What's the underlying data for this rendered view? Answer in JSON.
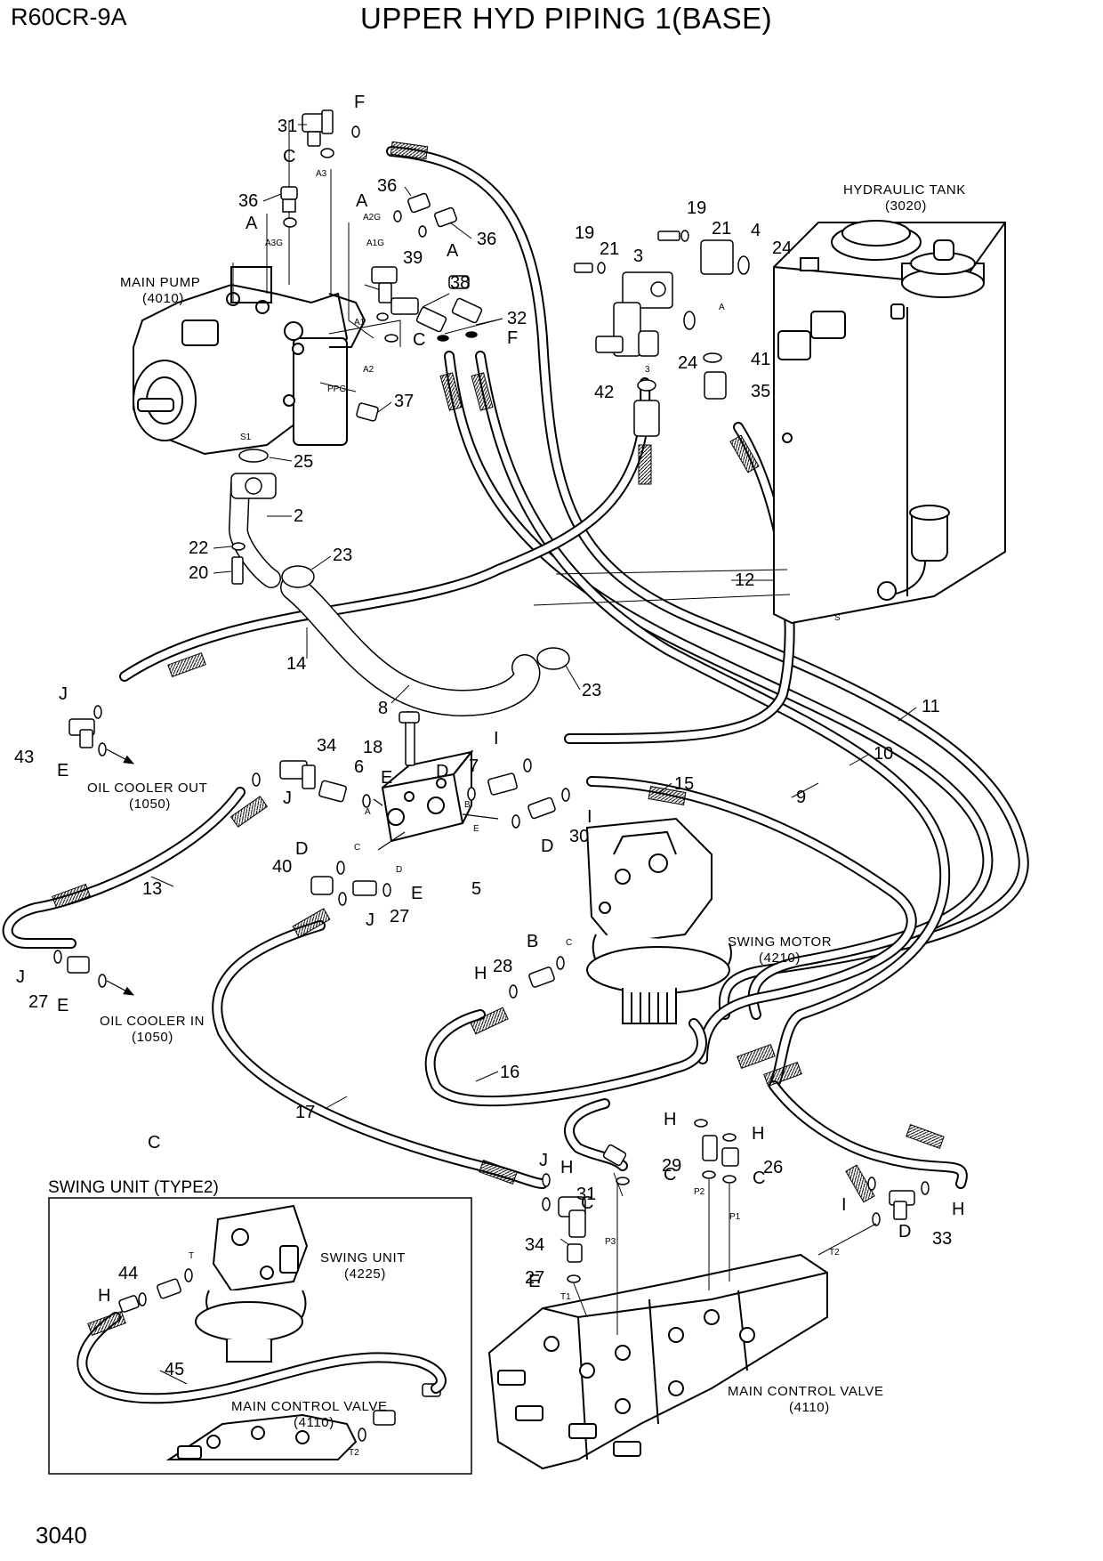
{
  "header": {
    "model": "R60CR-9A",
    "title": "UPPER HYD PIPING 1(BASE)"
  },
  "footer": {
    "page_number": "3040"
  },
  "components": {
    "main_pump": {
      "name": "MAIN PUMP",
      "code": "(4010)"
    },
    "hydraulic_tank": {
      "name": "HYDRAULIC TANK",
      "code": "(3020)"
    },
    "oil_cooler_out": {
      "name": "OIL COOLER OUT",
      "code": "(1050)"
    },
    "oil_cooler_in": {
      "name": "OIL COOLER IN",
      "code": "(1050)"
    },
    "swing_motor": {
      "name": "SWING MOTOR",
      "code": "(4210)"
    },
    "main_control_valve": {
      "name": "MAIN CONTROL VALVE",
      "code": "(4110)"
    }
  },
  "inset": {
    "title": "SWING UNIT (TYPE2)",
    "swing_unit": {
      "name": "SWING UNIT",
      "code": "(4225)"
    },
    "main_control_valve": {
      "name": "MAIN CONTROL VALVE",
      "code": "(4110)"
    }
  },
  "callouts": {
    "c31": "31",
    "c36": "36",
    "c36b": "36",
    "c36c": "36",
    "c39": "39",
    "c38": "38",
    "c32": "32",
    "c37": "37",
    "c25": "25",
    "c2": "2",
    "c22": "22",
    "c20": "20",
    "c23": "23",
    "c23b": "23",
    "c14": "14",
    "c8": "8",
    "c19": "19",
    "c19b": "19",
    "c21": "21",
    "c21b": "21",
    "c3": "3",
    "c4": "4",
    "c24": "24",
    "c24b": "24",
    "c41": "41",
    "c42": "42",
    "c35": "35",
    "c12": "12",
    "c11": "11",
    "c10": "10",
    "c9": "9",
    "c43": "43",
    "c34": "34",
    "c18": "18",
    "c6": "6",
    "c7": "7",
    "c15": "15",
    "c30": "30",
    "c40": "40",
    "c5": "5",
    "c27": "27",
    "c27b": "27",
    "c27c": "27",
    "c13": "13",
    "c28": "28",
    "c16": "16",
    "c17": "17",
    "c29": "29",
    "c26": "26",
    "c31b": "31",
    "c34b": "34",
    "c33": "33",
    "c44": "44",
    "c45": "45"
  },
  "letters": {
    "F": "F",
    "F2": "F",
    "C": "C",
    "C2": "C",
    "C3": "C",
    "C4": "C",
    "C5": "C",
    "C6": "C",
    "C7": "C",
    "A": "A",
    "A2": "A",
    "A3": "A",
    "J": "J",
    "J2": "J",
    "J3": "J",
    "J4": "J",
    "J5": "J",
    "E": "E",
    "E2": "E",
    "E3": "E",
    "E4": "E",
    "E5": "E",
    "D": "D",
    "D2": "D",
    "D3": "D",
    "D4": "D",
    "I": "I",
    "I2": "I",
    "I3": "I",
    "B": "B",
    "H": "H",
    "H2": "H",
    "H3": "H",
    "H4": "H",
    "H5": "H",
    "H6": "H"
  },
  "port_labels": {
    "A3": "A3",
    "A2G": "A2G",
    "A3G": "A3G",
    "A1G": "A1G",
    "A1": "A1",
    "A2": "A2",
    "PPG": "PPG",
    "S1": "S1",
    "A": "A",
    "three": "3",
    "S": "S",
    "pA": "A",
    "pB": "B",
    "pC": "C",
    "pD": "D",
    "pE": "E",
    "pC2": "C",
    "P2": "P2",
    "P1": "P1",
    "P3": "P3",
    "T1": "T1",
    "T2": "T2",
    "T": "T",
    "T2b": "T2"
  }
}
